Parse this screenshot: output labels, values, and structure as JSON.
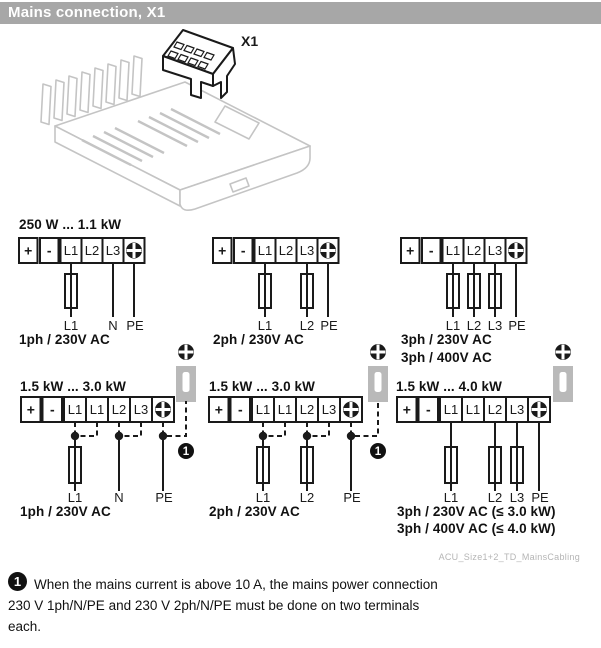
{
  "header": {
    "title": "Mains connection, X1"
  },
  "illustration": {
    "connector_label": "X1"
  },
  "terminal_sets": {
    "top": [
      "+",
      "-",
      "L1",
      "L2",
      "L3"
    ],
    "bottom": [
      "+",
      "-",
      "L1",
      "L1",
      "L2",
      "L3"
    ]
  },
  "diagrams": {
    "d1": {
      "power_range": "250 W ... 1.1 kW",
      "wire_labels": [
        "L1",
        "N",
        "PE"
      ],
      "captions": [
        "1ph / 230V AC"
      ]
    },
    "d2": {
      "wire_labels": [
        "L1",
        "L2",
        "PE"
      ],
      "captions": [
        "2ph / 230V AC"
      ]
    },
    "d3": {
      "wire_labels": [
        "L1",
        "L2",
        "L3",
        "PE"
      ],
      "captions": [
        "3ph / 230V AC",
        "3ph / 400V AC"
      ]
    },
    "d4": {
      "power_range": "1.5 kW ... 3.0 kW",
      "wire_labels": [
        "L1",
        "N",
        "PE"
      ],
      "captions": [
        "1ph / 230V AC"
      ],
      "note_ref": "1"
    },
    "d5": {
      "power_range": "1.5 kW ... 3.0 kW",
      "wire_labels": [
        "L1",
        "L2",
        "PE"
      ],
      "captions": [
        "2ph / 230V AC"
      ],
      "note_ref": "1"
    },
    "d6": {
      "power_range": "1.5 kW ... 4.0 kW",
      "wire_labels": [
        "L1",
        "L2",
        "L3",
        "PE"
      ],
      "captions": [
        "3ph / 230V AC (≤ 3.0 kW)",
        "3ph / 400V AC (≤ 4.0 kW)"
      ]
    }
  },
  "watermark": "ACU_Size1+2_TD_MainsCabling",
  "footnote": {
    "ref": "1",
    "line1": "When the mains current is above 10 A, the mains power connection",
    "line2": "230 V 1ph/N/PE and 230 V 2ph/N/PE must be done on two terminals",
    "line3": "each."
  },
  "colors": {
    "header_bar": "#a7a7a7",
    "header_text": "#ffffff",
    "line": "#1a1a1a",
    "device_line": "#c4c4c4",
    "clamp_gray": "#b9b9b9",
    "watermark_text": "#b5b5b5"
  }
}
